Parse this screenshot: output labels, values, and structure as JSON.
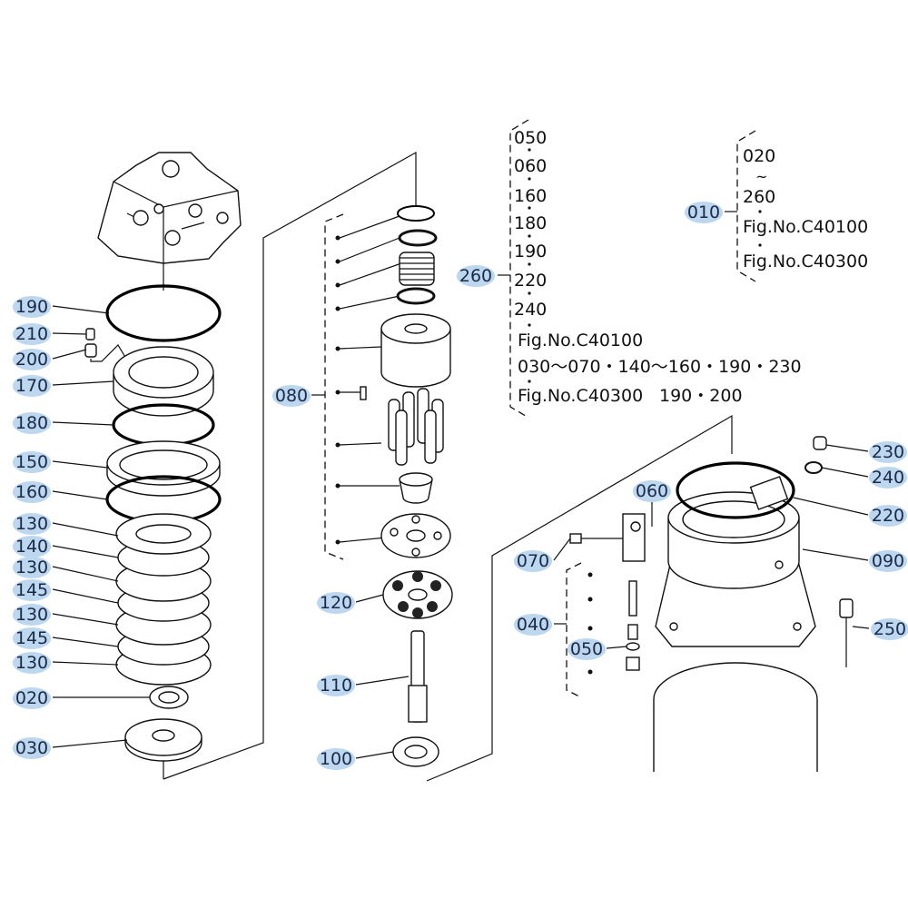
{
  "labels": {
    "left": [
      "190",
      "210",
      "200",
      "170",
      "180",
      "150",
      "160",
      "130",
      "140",
      "130",
      "145",
      "130",
      "145",
      "130",
      "020",
      "030"
    ],
    "middle": [
      "080",
      "120",
      "110",
      "100"
    ],
    "group_260": "260",
    "group_010": "010",
    "right": [
      "060",
      "070",
      "040",
      "050",
      "230",
      "240",
      "220",
      "090",
      "250"
    ]
  },
  "note_260": {
    "items": [
      "050",
      "060",
      "160",
      "180",
      "190",
      "220",
      "240"
    ],
    "fig1": "Fig.No.C40100",
    "fig1_parts": "030～070・140～160・190・230",
    "fig2": "Fig.No.C40300",
    "fig2_parts": "190・200"
  },
  "note_010": {
    "from": "020",
    "tilde": "~",
    "to": "260",
    "fig1": "Fig.No.C40100",
    "fig2": "Fig.No.C40300"
  },
  "colors": {
    "highlight": "#bcd7ee",
    "label_text": "#1b2a4a"
  }
}
